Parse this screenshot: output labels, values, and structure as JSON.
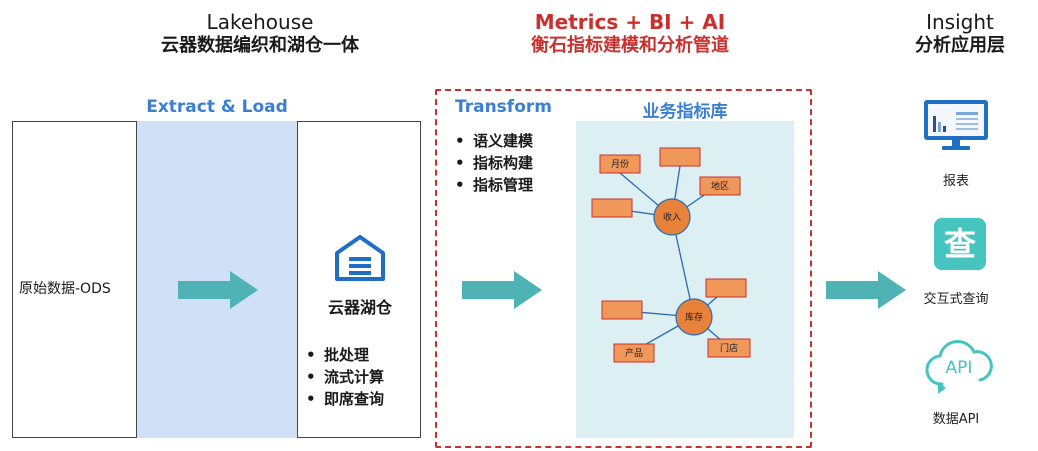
{
  "headers": {
    "lakehouse": {
      "title": "Lakehouse",
      "subtitle": "云器数据编织和湖仓一体"
    },
    "metrics": {
      "title": "Metrics + BI + AI",
      "subtitle": "衡石指标建模和分析管道"
    },
    "insight": {
      "title": "Insight",
      "subtitle": "分析应用层"
    }
  },
  "extract_load": {
    "label": "Extract & Load"
  },
  "source": {
    "label": "原始数据-ODS"
  },
  "lakehouse_box": {
    "icon": "warehouse-icon",
    "title": "云器湖仓",
    "bullets": [
      "批处理",
      "流式计算",
      "即席查询"
    ]
  },
  "transform": {
    "label": "Transform",
    "bullets": [
      "语义建模",
      "指标构建",
      "指标管理"
    ]
  },
  "metrics_library": {
    "title": "业务指标库",
    "hubs": [
      "收入",
      "库存"
    ],
    "labeled_nodes": [
      "月份",
      "地区",
      "产品",
      "门店"
    ]
  },
  "insight_apps": [
    {
      "icon": "report-monitor-icon",
      "label": "报表"
    },
    {
      "icon": "query-icon",
      "label": "交互式查询",
      "glyph": "查"
    },
    {
      "icon": "api-cloud-icon",
      "label": "数据API",
      "glyph": "API"
    }
  ],
  "colors": {
    "accent_red": "#c8312e",
    "extract_blue": "#cfe0f7",
    "arrow_teal": "#4fb3b6",
    "node_orange": "#f0975a",
    "hub_orange": "#e8813a",
    "library_bg": "#dceff3",
    "icon_blue": "#1f6fc4",
    "query_teal": "#45c4c0"
  }
}
